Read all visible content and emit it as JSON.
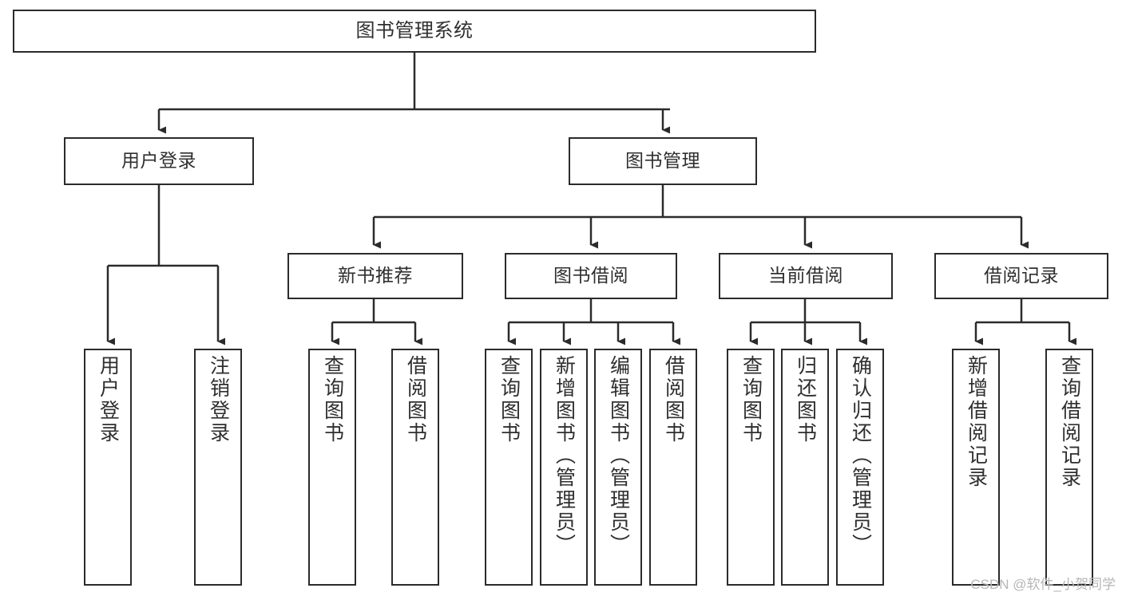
{
  "diagram": {
    "title": "图书管理系统",
    "type": "tree-hierarchy",
    "watermark": "CSDN @软件_小贺同学",
    "colors": {
      "box_border": "#2b2b2b",
      "box_fill": "#ffffff",
      "connector": "#2b2b2b",
      "text": "#2f2f2f",
      "watermark": "#b6b6b6",
      "background": "#ffffff"
    },
    "levels": {
      "level1": "root",
      "level2": "modules",
      "level3": "sub-modules",
      "level4": "leaf-functions"
    },
    "root": {
      "label": "图书管理系统"
    },
    "level2": [
      {
        "id": "user-login",
        "label": "用户登录"
      },
      {
        "id": "book-manage",
        "label": "图书管理"
      }
    ],
    "level3": [
      {
        "id": "new-book-recommend",
        "label": "新书推荐",
        "parent": "book-manage"
      },
      {
        "id": "book-borrow",
        "label": "图书借阅",
        "parent": "book-manage"
      },
      {
        "id": "current-borrow",
        "label": "当前借阅",
        "parent": "book-manage"
      },
      {
        "id": "borrow-record",
        "label": "借阅记录",
        "parent": "book-manage"
      }
    ],
    "leaves": [
      {
        "id": "leaf-user-login",
        "label": "用户登录",
        "parent": "user-login"
      },
      {
        "id": "leaf-logout-login",
        "label": "注销登录",
        "parent": "user-login"
      },
      {
        "id": "leaf-query-book-1",
        "label": "查询图书",
        "parent": "new-book-recommend"
      },
      {
        "id": "leaf-borrow-book-1",
        "label": "借阅图书",
        "parent": "new-book-recommend"
      },
      {
        "id": "leaf-query-book-2",
        "label": "查询图书",
        "parent": "book-borrow"
      },
      {
        "id": "leaf-add-book",
        "label": "新增图书（管理员）",
        "parent": "book-borrow"
      },
      {
        "id": "leaf-edit-book",
        "label": "编辑图书（管理员）",
        "parent": "book-borrow"
      },
      {
        "id": "leaf-borrow-book-2",
        "label": "借阅图书",
        "parent": "book-borrow"
      },
      {
        "id": "leaf-query-book-3",
        "label": "查询图书",
        "parent": "current-borrow"
      },
      {
        "id": "leaf-return-book",
        "label": "归还图书",
        "parent": "current-borrow"
      },
      {
        "id": "leaf-confirm-return",
        "label": "确认归还（管理员）",
        "parent": "current-borrow"
      },
      {
        "id": "leaf-add-record",
        "label": "新增借阅记录",
        "parent": "borrow-record"
      },
      {
        "id": "leaf-query-record",
        "label": "查询借阅记录",
        "parent": "borrow-record"
      }
    ]
  }
}
